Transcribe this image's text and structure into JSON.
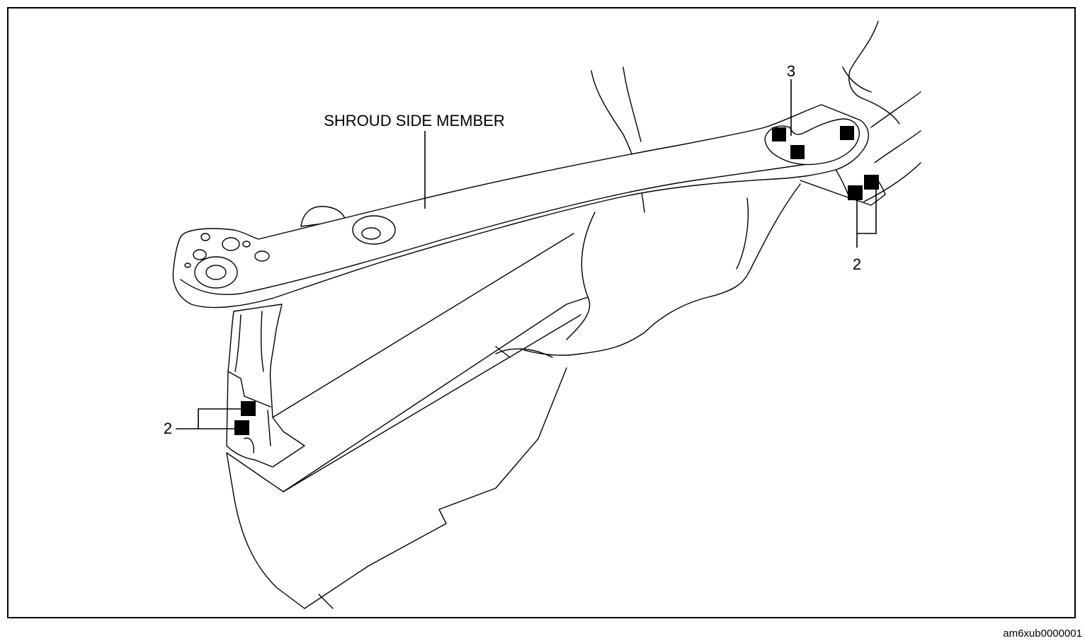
{
  "labels": {
    "shroud_side_member": "SHROUD SIDE MEMBER",
    "callout_3": "3",
    "callout_2_right": "2",
    "callout_2_left": "2"
  },
  "figure_code": "am6xub0000001"
}
